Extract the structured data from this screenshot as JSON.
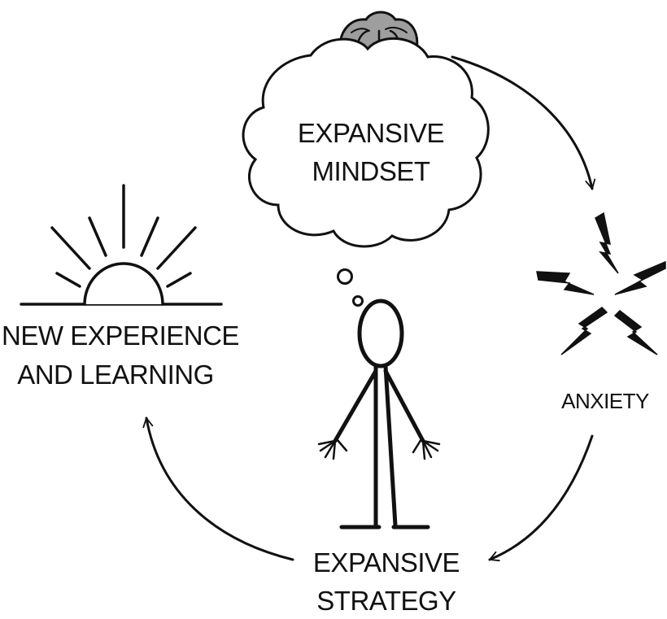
{
  "labels": {
    "mindset_line1": "EXPANSIVE",
    "mindset_line2": "MINDSET",
    "anxiety": "ANXIETY",
    "strategy_line1": "EXPANSIVE",
    "strategy_line2": "STRATEGY",
    "learning_line1": "NEW EXPERIENCE",
    "learning_line2": "AND LEARNING"
  },
  "icons": {
    "brain": "brain-icon",
    "cloud": "thought-cloud-icon",
    "lightning": "lightning-bolts-icon",
    "person": "stick-figure-icon",
    "sunrise": "sunrise-icon",
    "arrow": "cycle-arrow-icon"
  },
  "colors": {
    "stroke": "#111111",
    "brain_fill": "#9e9e9e",
    "background": "#ffffff"
  }
}
